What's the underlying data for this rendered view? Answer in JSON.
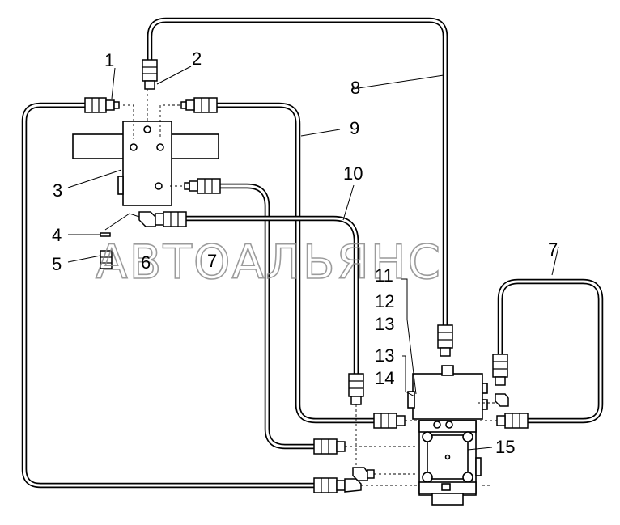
{
  "watermark": "АВТОАЛЬЯНС",
  "labels": {
    "l1": "1",
    "l2": "2",
    "l3": "3",
    "l4": "4",
    "l5": "5",
    "l6": "6",
    "l7a": "7",
    "l7b": "7",
    "l8": "8",
    "l9": "9",
    "l10": "10",
    "l11": "11",
    "l12": "12",
    "l13a": "13",
    "l13b": "13",
    "l14": "14",
    "l15": "15"
  }
}
